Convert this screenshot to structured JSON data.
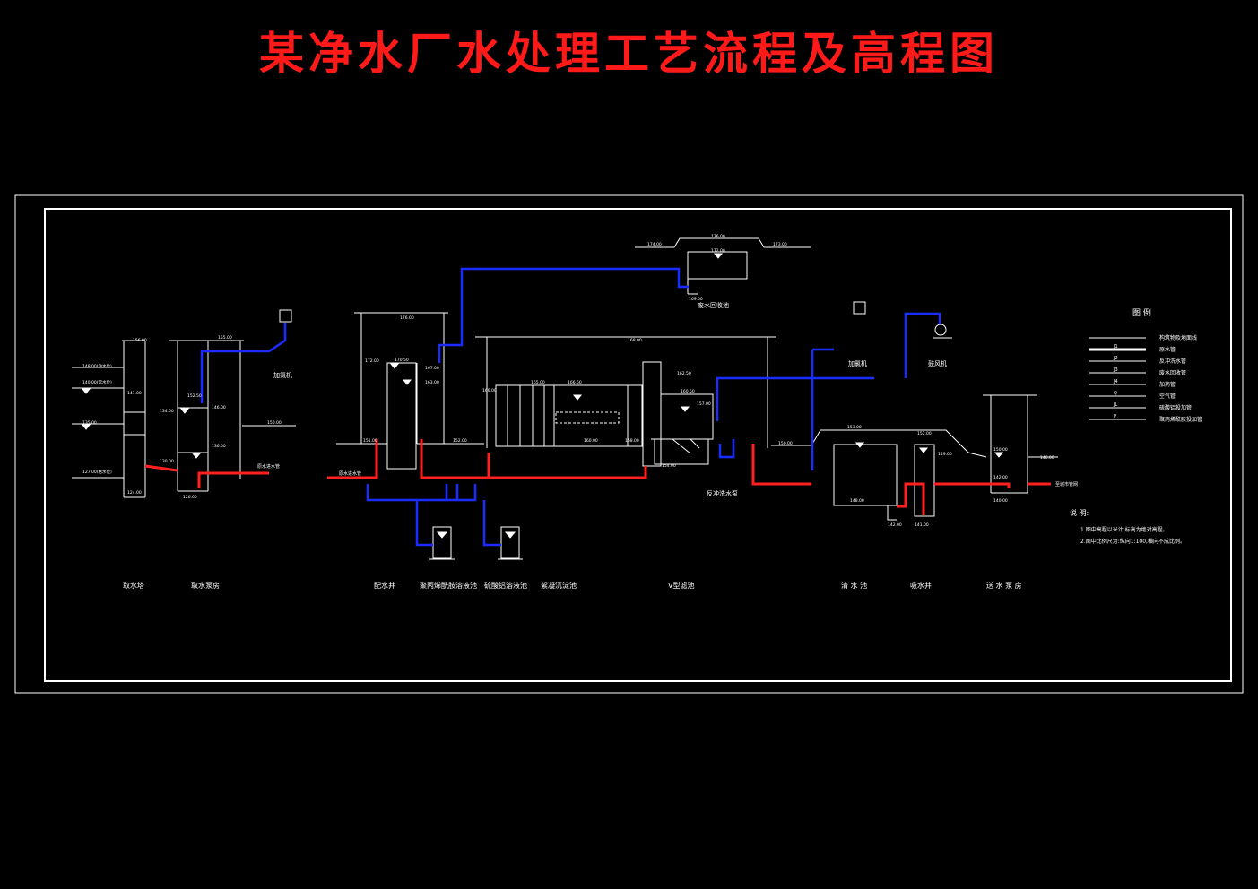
{
  "title": "某净水厂水处理工艺流程及高程图",
  "units": [
    {
      "id": "intake",
      "label": "取水塔"
    },
    {
      "id": "raw_pump",
      "label": "取水泵房"
    },
    {
      "id": "mixing",
      "label": "配水井"
    },
    {
      "id": "pac",
      "label": "聚丙烯酰胺溶液池"
    },
    {
      "id": "alum",
      "label": "硫酸铝溶液池"
    },
    {
      "id": "sedimentation",
      "label": "絮凝沉淀池"
    },
    {
      "id": "v_filter",
      "label": "V型滤池"
    },
    {
      "id": "clearwell",
      "label": "清 水 池"
    },
    {
      "id": "suction_well",
      "label": "吸水井"
    },
    {
      "id": "delivery_pump",
      "label": "送 水 泵 房"
    }
  ],
  "annotations": {
    "chlorinator1": "加氯机",
    "chlorinator2": "加氯机",
    "blower": "鼓风机",
    "recovery_tank": "废水回收池",
    "backwash_pump": "反冲洗水泵",
    "raw_water_in": "原水进水管",
    "to_network": "至城市管网",
    "to_mix": "原水进水管"
  },
  "legend": {
    "title": "图  例",
    "items": [
      {
        "label": "构筑物及地面线",
        "code": ""
      },
      {
        "label": "原水管",
        "code": "J1"
      },
      {
        "label": "反冲洗水管",
        "code": "J2"
      },
      {
        "label": "废水回收管",
        "code": "J3"
      },
      {
        "label": "加药管",
        "code": "J4"
      },
      {
        "label": "空气管",
        "code": "Q"
      },
      {
        "label": "硫酸铝投加管",
        "code": "JL"
      },
      {
        "label": "聚丙烯酰胺投加管",
        "code": "P"
      }
    ]
  },
  "notes": {
    "title": "说  明:",
    "items": [
      "1.图中高程以米计,标高为绝对高程。",
      "2.图中比例尺为:纵向1:100,横向不成比例。"
    ]
  },
  "elevations": {
    "intake_top": "156.00",
    "intake_high": "148.00(洪水位)",
    "intake_mid": "140.00(常水位)",
    "intake_mid2": "141.00",
    "intake_low": "135.00",
    "intake_bot": "127.00(枯水位)",
    "intake_base": "124.00",
    "pump_top": "155.00",
    "pump_a": "152.50",
    "pump_b": "146.00",
    "pump_c": "134.00",
    "pump_d": "136.00",
    "pump_e": "130.00",
    "pump_f": "126.00",
    "ground1": "150.00",
    "mix_top": "176.00",
    "mix_a": "172.00",
    "mix_b": "170.50",
    "mix_c": "167.00",
    "mix_d": "163.00",
    "mix_e": "151.00",
    "mix_f": "152.00",
    "sed_top": "168.00",
    "sed_a": "166.00",
    "sed_b": "165.00",
    "sed_c": "166.50",
    "sed_d": "160.00",
    "sed_e": "158.00",
    "filt_a": "162.50",
    "filt_b": "160.50",
    "filt_c": "157.00",
    "filt_d": "154.00",
    "rec_a": "176.00",
    "rec_b": "174.00",
    "rec_c": "173.00",
    "rec_d": "172.00",
    "rec_e": "169.00",
    "cw_a": "153.00",
    "cw_b": "152.00",
    "cw_c": "150.00",
    "cw_d": "148.00",
    "cw_e": "142.00",
    "sw_a": "149.00",
    "sw_b": "141.00",
    "dp_a": "150.00",
    "dp_b": "146.00",
    "dp_c": "142.00",
    "dp_d": "140.00"
  }
}
